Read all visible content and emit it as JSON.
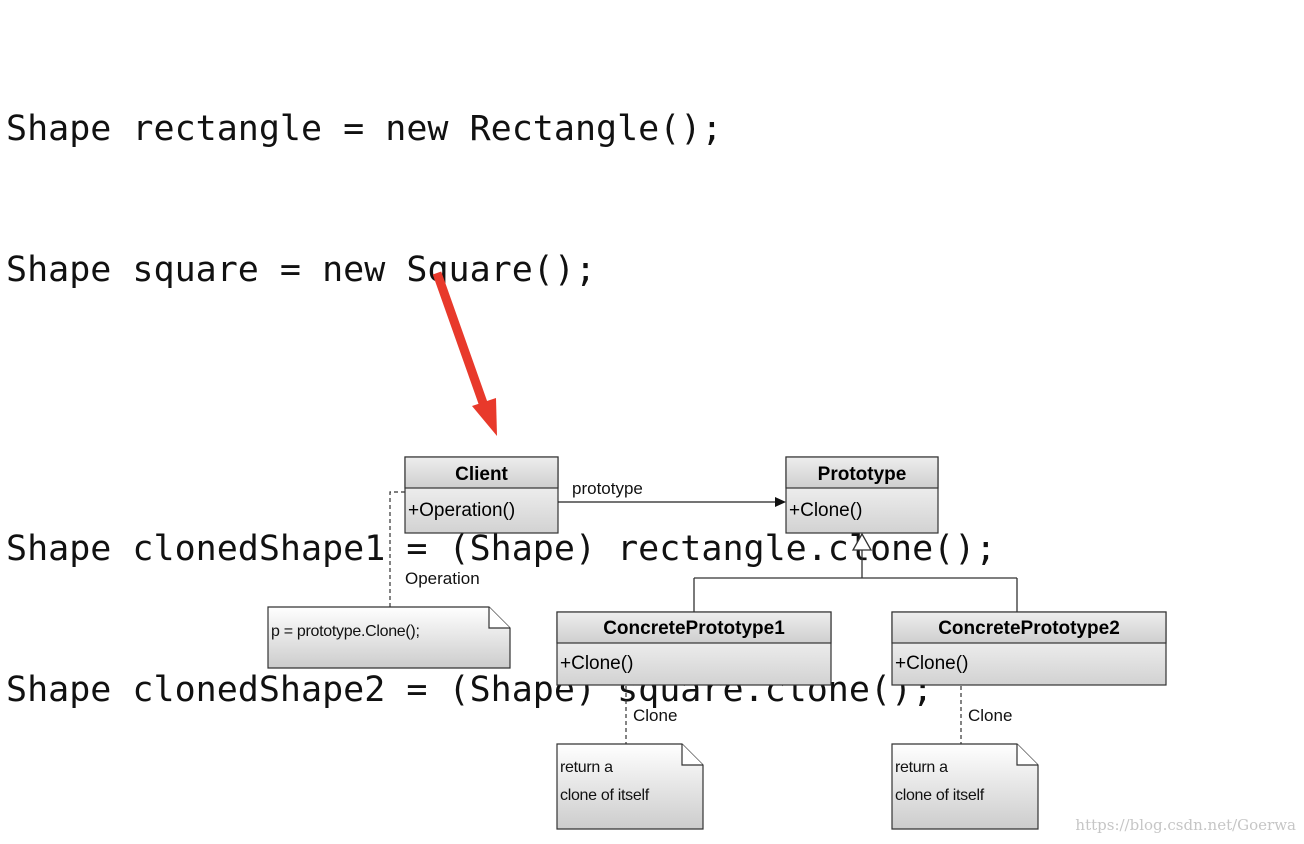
{
  "code_lines": [
    "Shape rectangle = new Rectangle();",
    "Shape square = new Square();",
    "Shape clonedShape1 = (Shape) rectangle.clone();",
    "Shape clonedShape2 = (Shape) square.clone();"
  ],
  "uml": {
    "client": {
      "title": "Client",
      "member": "+Operation()"
    },
    "prototype": {
      "title": "Prototype",
      "member": "+Clone()"
    },
    "concrete1": {
      "title": "ConcretePrototype1",
      "member": "+Clone()"
    },
    "concrete2": {
      "title": "ConcretePrototype2",
      "member": "+Clone()"
    },
    "association_label": "prototype",
    "client_note_label": "Operation",
    "client_note_text": "p = prototype.Clone();",
    "clone_label_1": "Clone",
    "clone_label_2": "Clone",
    "clone_note_1": [
      "return a",
      "clone of itself"
    ],
    "clone_note_2": [
      "return a",
      "clone of itself"
    ]
  },
  "colors": {
    "arrow": "#e8392b",
    "box_fill_top": "#ffffff",
    "box_fill_bottom": "#d2d2d2",
    "title_fill": "#d9d9d9"
  },
  "watermark": "https://blog.csdn.net/Goerwa"
}
